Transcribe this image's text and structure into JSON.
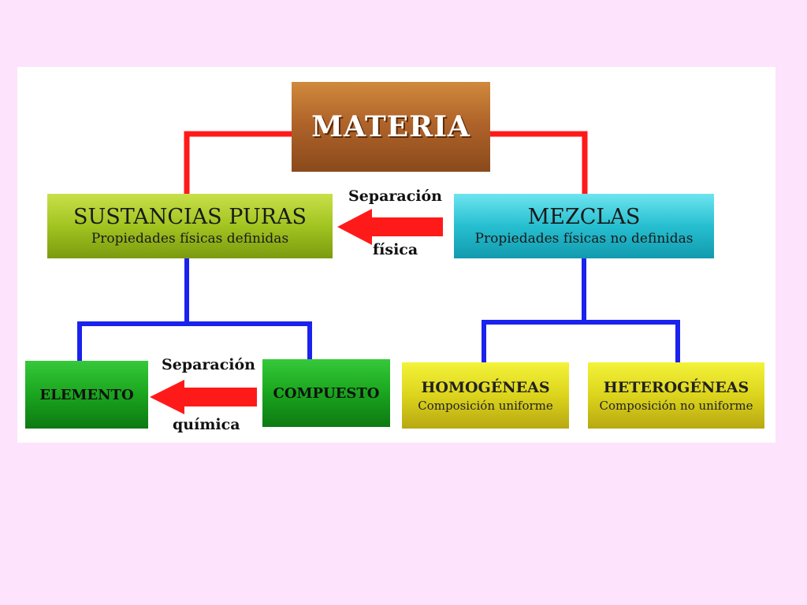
{
  "colors": {
    "background": "#fde3fb",
    "panel": "#ffffff",
    "upper_connector": "#ff1a1a",
    "lower_connector": "#1a22ee",
    "arrow": "#ff1a1a"
  },
  "nodes": {
    "materia": {
      "title": "MATERIA"
    },
    "sustancias_puras": {
      "title": "SUSTANCIAS PURAS",
      "subtitle": "Propiedades físicas definidas"
    },
    "mezclas": {
      "title": "MEZCLAS",
      "subtitle": "Propiedades físicas no definidas"
    },
    "elemento": {
      "title": "ELEMENTO"
    },
    "compuesto": {
      "title": "COMPUESTO"
    },
    "homogeneas": {
      "title": "HOMOGÉNEAS",
      "subtitle": "Composición uniforme"
    },
    "heterogeneas": {
      "title": "HETEROGÉNEAS",
      "subtitle": "Composición no uniforme"
    }
  },
  "edges": [
    {
      "from": "materia",
      "to": "sustancias_puras",
      "style": "red-line"
    },
    {
      "from": "materia",
      "to": "mezclas",
      "style": "red-line"
    },
    {
      "from": "sustancias_puras",
      "to": "elemento",
      "style": "blue-line"
    },
    {
      "from": "sustancias_puras",
      "to": "compuesto",
      "style": "blue-line"
    },
    {
      "from": "mezclas",
      "to": "homogeneas",
      "style": "blue-line"
    },
    {
      "from": "mezclas",
      "to": "heterogeneas",
      "style": "blue-line"
    },
    {
      "from": "mezclas",
      "to": "sustancias_puras",
      "style": "red-arrow",
      "label": [
        "Separación",
        "física"
      ]
    },
    {
      "from": "compuesto",
      "to": "elemento",
      "style": "red-arrow",
      "label": [
        "Separación",
        "química"
      ]
    }
  ],
  "arrows": {
    "fisica": {
      "line1": "Separación",
      "line2": "física"
    },
    "quimica": {
      "line1": "Separación",
      "line2": "química"
    }
  }
}
